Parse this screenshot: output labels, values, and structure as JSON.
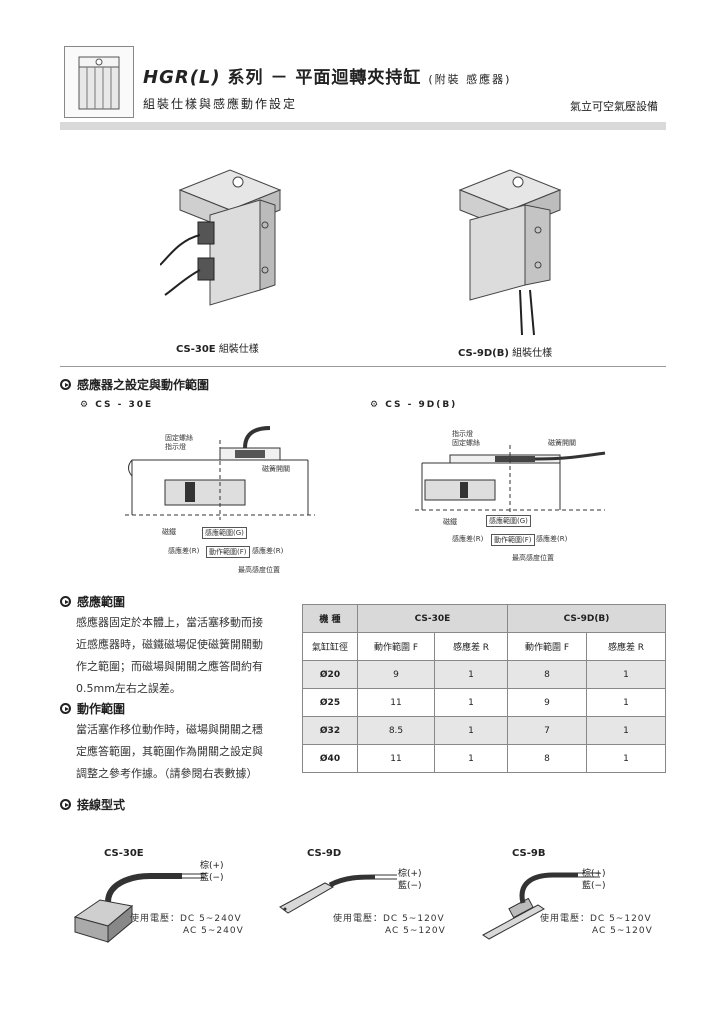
{
  "header": {
    "series_code": "HGR(L)",
    "series_word": "系列",
    "dash": "－",
    "product_name": "平面迴轉夾持缸",
    "paren_note": "(附裝 感應器)",
    "subtitle": "組裝仕樣與感應動作設定",
    "company": "氣立可空氣壓設備"
  },
  "photos": {
    "left_caption_code": "CS-30E",
    "left_caption_text": "組裝仕樣",
    "right_caption_code": "CS-9D(B)",
    "right_caption_text": "組裝仕樣"
  },
  "setting": {
    "title": "感應器之設定與動作範圍",
    "left": {
      "label": "CS - 30E",
      "lbl_screw": "固定螺絲",
      "lbl_lamp": "指示燈",
      "lbl_switch": "磁簧開關",
      "lbl_magnet": "磁鐵",
      "lbl_range_g": "感應範圍(G)",
      "lbl_diff_r1": "感應差(R)",
      "lbl_range_f": "動作範圍(F)",
      "lbl_diff_r2": "感應差(R)",
      "lbl_max": "最高感度位置"
    },
    "right": {
      "label": "CS - 9D(B)",
      "lbl_lamp": "指示燈",
      "lbl_screw": "固定螺絲",
      "lbl_switch": "磁簧開關",
      "lbl_magnet": "磁鐵",
      "lbl_range_g": "感應範圍(G)",
      "lbl_diff_r1": "感應差(R)",
      "lbl_range_f": "動作範圍(F)",
      "lbl_diff_r2": "感應差(R)",
      "lbl_max": "最高感度位置"
    }
  },
  "sensing": {
    "title": "感應範圍",
    "lines": [
      "感應器固定於本體上，當活塞移動而接",
      "近感應器時，磁鐵磁場促使磁簧開關動",
      "作之範圍；而磁場與開關之應答間約有",
      "0.5mm左右之誤差。"
    ]
  },
  "action": {
    "title": "動作範圍",
    "lines": [
      "當活塞作移位動作時，磁場與開關之穩",
      "定應答範圍，其範圍作為開關之設定與",
      "調整之參考作據。（請參閱右表數據）"
    ]
  },
  "table": {
    "h_model": "機 種",
    "h_cs30e": "CS-30E",
    "h_cs9db": "CS-9D(B)",
    "h_bore": "氣缸缸徑",
    "h_f1": "動作範圍 F",
    "h_r1": "感應差 R",
    "h_f2": "動作範圍 F",
    "h_r2": "感應差 R",
    "rows": [
      {
        "bore": "Ø20",
        "f1": "9",
        "r1": "1",
        "f2": "8",
        "r2": "1"
      },
      {
        "bore": "Ø25",
        "f1": "11",
        "r1": "1",
        "f2": "9",
        "r2": "1"
      },
      {
        "bore": "Ø32",
        "f1": "8.5",
        "r1": "1",
        "f2": "7",
        "r2": "1"
      },
      {
        "bore": "Ø40",
        "f1": "11",
        "r1": "1",
        "f2": "8",
        "r2": "1"
      }
    ]
  },
  "wiring": {
    "title": "接線型式",
    "items": [
      {
        "name": "CS-30E",
        "brown": "棕(+)",
        "blue": "藍(−)",
        "volt_line1": "使用電壓：DC 5~240V",
        "volt_line2": "AC 5~240V"
      },
      {
        "name": "CS-9D",
        "brown": "棕(+)",
        "blue": "藍(−)",
        "volt_line1": "使用電壓：DC 5~120V",
        "volt_line2": "AC 5~120V"
      },
      {
        "name": "CS-9B",
        "brown": "棕(+)",
        "blue": "藍(−)",
        "volt_line1": "使用電壓：DC 5~120V",
        "volt_line2": "AC 5~120V"
      }
    ]
  }
}
